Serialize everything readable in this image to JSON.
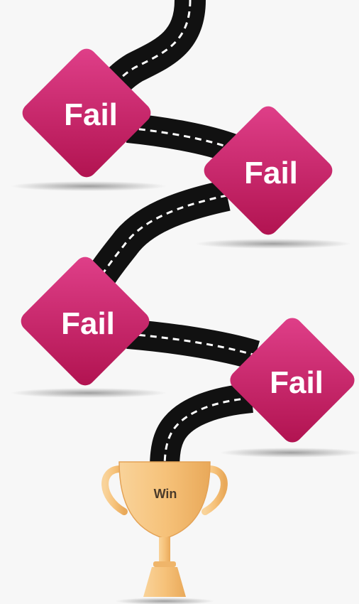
{
  "nodes": [
    {
      "label": "Fail"
    },
    {
      "label": "Fail"
    },
    {
      "label": "Fail"
    },
    {
      "label": "Fail"
    }
  ],
  "trophy": {
    "label": "Win"
  },
  "colors": {
    "diamond": "#c2185b",
    "diamond_light": "#e0408a",
    "road": "#111111",
    "road_dash": "#ffffff",
    "trophy": "#f6c27a",
    "shadow": "#9a9a9a"
  }
}
